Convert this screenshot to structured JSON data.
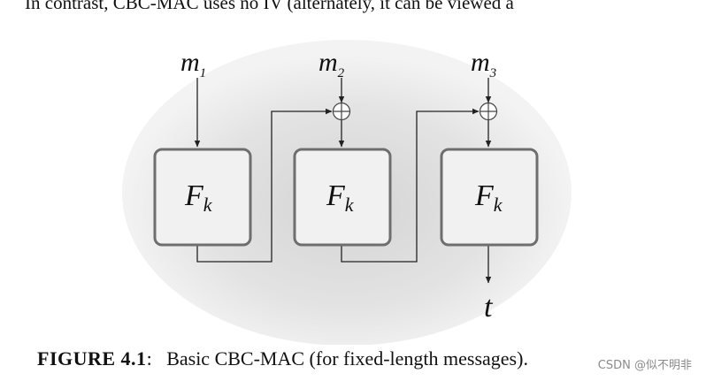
{
  "page": {
    "top_text": "In contrast, CBC-MAC uses no IV (alternately, it can be viewed a",
    "caption": {
      "label": "FIGURE 4.1",
      "separator": ":",
      "text": "Basic CBC-MAC (for fixed-length messages)."
    },
    "watermark": "CSDN @似不明非"
  },
  "diagram": {
    "inputs": [
      {
        "var": "m",
        "sub": "1"
      },
      {
        "var": "m",
        "sub": "2"
      },
      {
        "var": "m",
        "sub": "3"
      }
    ],
    "blocks": [
      {
        "func": "F",
        "sub": "k"
      },
      {
        "func": "F",
        "sub": "k"
      },
      {
        "func": "F",
        "sub": "k"
      }
    ],
    "output": "t",
    "colors": {
      "ellipse_center": "#d9d9d9",
      "ellipse_edge": "#f2f2f2",
      "block_fill": "#f0f0f0",
      "block_stroke": "#707070",
      "line": "#222222"
    }
  }
}
